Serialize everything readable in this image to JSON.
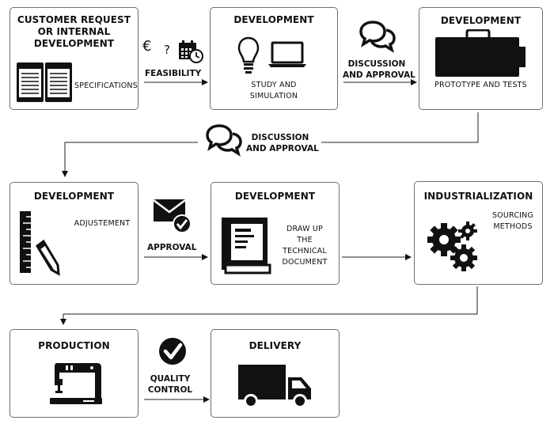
{
  "steps": {
    "request": {
      "title_1": "CUSTOMER REQUEST",
      "title_2": "OR INTERNAL",
      "title_3": "DEVELOPMENT",
      "text": "SPECIFICATIONS"
    },
    "dev_study": {
      "title": "DEVELOPMENT",
      "text_1": "STUDY AND",
      "text_2": "SIMULATION"
    },
    "dev_prototype": {
      "title": "DEVELOPMENT",
      "text": "PROTOTYPE AND TESTS"
    },
    "dev_adjust": {
      "title": "DEVELOPMENT",
      "text": "ADJUSTEMENT"
    },
    "dev_doc": {
      "title": "DEVELOPMENT",
      "text_1": "DRAW UP",
      "text_2": "THE",
      "text_3": "TECHNICAL",
      "text_4": "DOCUMENT"
    },
    "industrialization": {
      "title": "INDUSTRIALIZATION",
      "text_1": "SOURCING",
      "text_2": "METHODS"
    },
    "production": {
      "title": "PRODUCTION"
    },
    "delivery": {
      "title": "DELIVERY"
    }
  },
  "connectors": {
    "feasibility": {
      "label": "FEASIBILITY",
      "euro": "€",
      "question": "?"
    },
    "discussion_1": {
      "label_1": "DISCUSSION",
      "label_2": "AND APPROVAL"
    },
    "discussion_2": {
      "label_1": "DISCUSSION",
      "label_2": "AND APPROVAL"
    },
    "approval": {
      "label": "APPROVAL"
    },
    "quality": {
      "label_1": "QUALITY",
      "label_2": "CONTROL"
    }
  },
  "icons": [
    "document-icon",
    "calendar-icon",
    "lightbulb-icon",
    "laptop-icon",
    "chat-bubbles-icon",
    "battery-case-icon",
    "ruler-icon",
    "pencil-icon",
    "envelope-check-icon",
    "book-icon",
    "gears-icon",
    "checkmark-circle-icon",
    "sewing-machine-icon",
    "truck-icon"
  ]
}
